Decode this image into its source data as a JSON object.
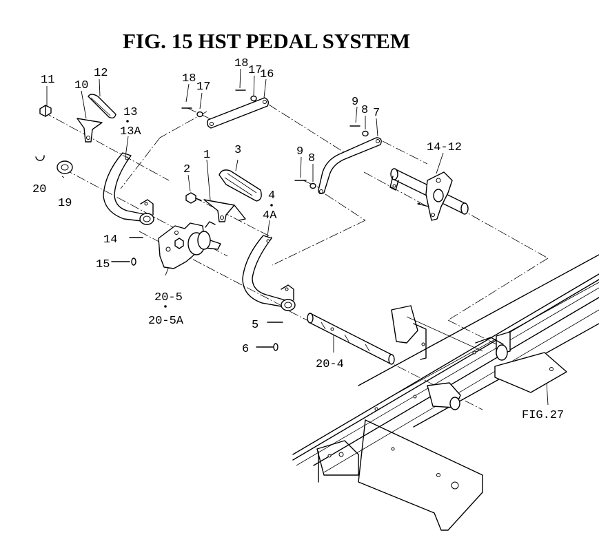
{
  "title": "FIG. 15  HST PEDAL SYSTEM",
  "callouts": {
    "p11": "11",
    "p10": "10",
    "p12": "12",
    "p13": "13",
    "p13a": "13A",
    "p20": "20",
    "p19": "19",
    "p14": "14",
    "p15": "15",
    "p205": "20-5",
    "p205a": "20-5A",
    "p2": "2",
    "p1": "1",
    "p3": "3",
    "p4": "4",
    "p4a": "4A",
    "p5": "5",
    "p6": "6",
    "p204": "20-4",
    "p18a": "18",
    "p17a": "17",
    "p18b": "18",
    "p17b": "17",
    "p16": "16",
    "p9a": "9",
    "p8a": "8",
    "p7": "7",
    "p9b": "9",
    "p8b": "8",
    "p1412": "14-12",
    "fig27": "FIG.27"
  }
}
